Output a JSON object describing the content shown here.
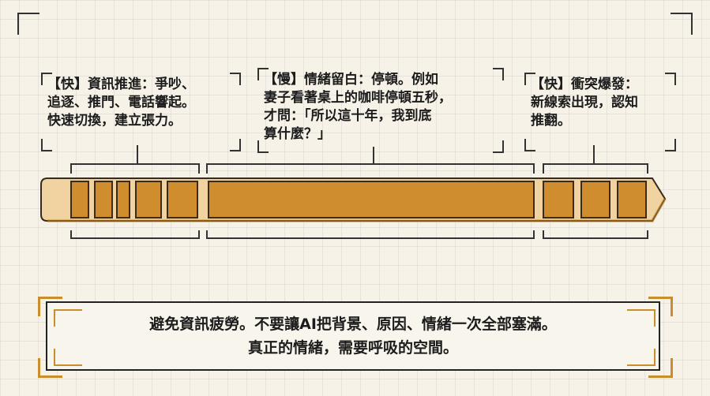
{
  "notes": {
    "fast_left": [
      "【快】資訊推進：爭吵、",
      "追逐、推門、電話響起。",
      "快速切換，建立張力。"
    ],
    "slow_middle": [
      "【慢】情緒留白：停頓。例如",
      "妻子看著桌上的咖啡停頓五秒，",
      "才問：「所以這十年，我到底",
      "算什麼？」"
    ],
    "fast_right": [
      "【快】衝突爆發：",
      "新線索出現，認知",
      "推翻。"
    ]
  },
  "summary": {
    "line1": "避免資訊疲勞。不要讓AI把背景、原因、情緒一次全部塞滿。",
    "line2": "真正的情緒，需要呼吸的空間。"
  },
  "colors": {
    "block_fill": "#cf8d2e",
    "block_stroke": "#3a2a1a",
    "track_fill": "#f0d3a0",
    "accent": "#c98d2c"
  }
}
